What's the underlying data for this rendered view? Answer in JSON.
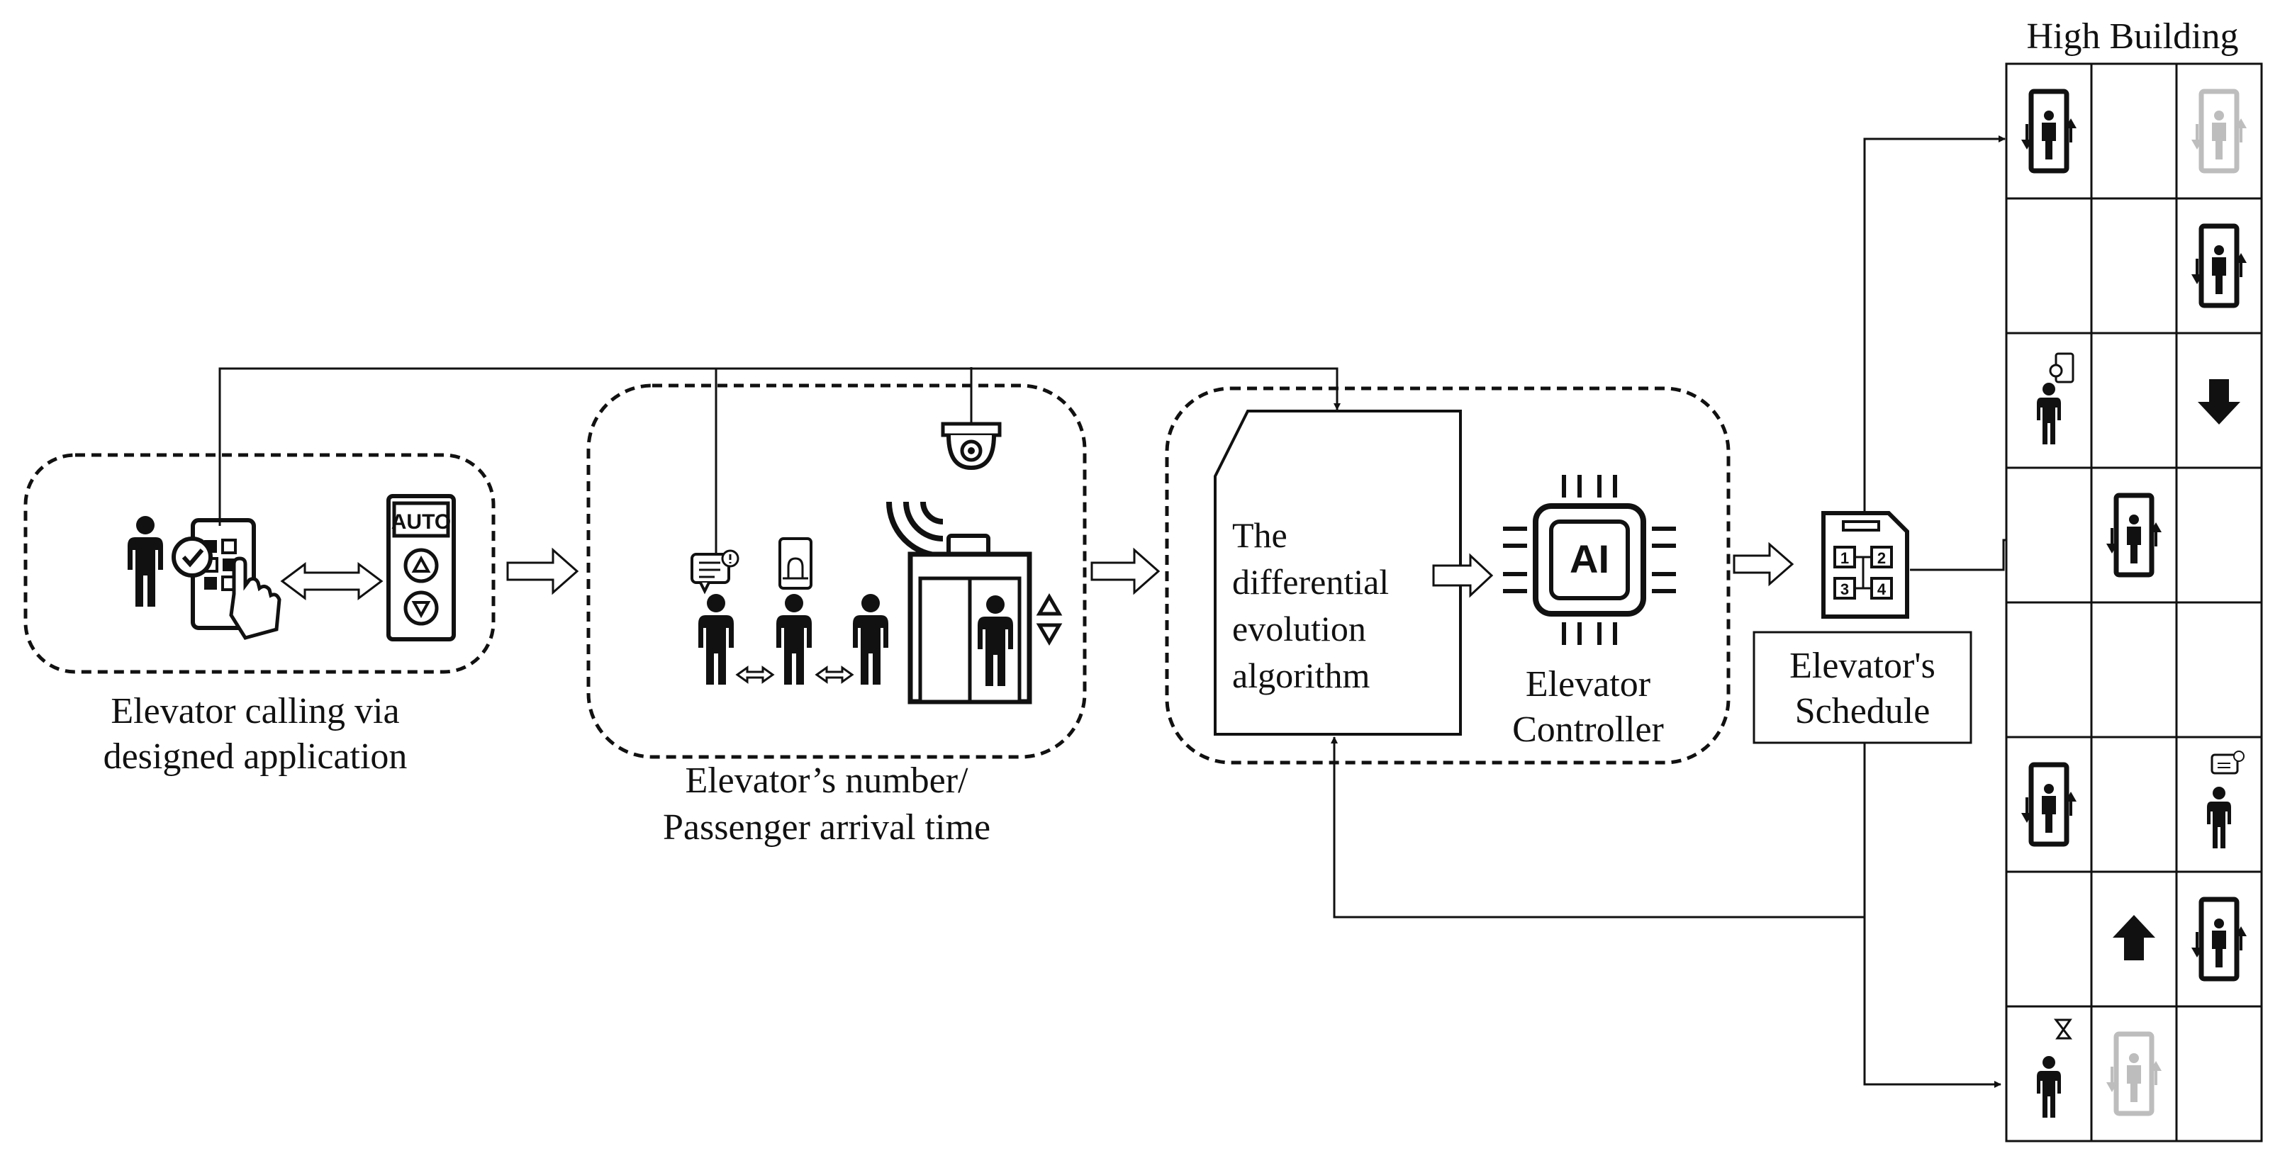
{
  "labels": {
    "calling_line1": "Elevator calling via",
    "calling_line2": "designed application",
    "auto_panel": "AUTO",
    "number_line1": "Elevator’s number/",
    "number_line2": "Passenger arrival time",
    "algo_line1": "The",
    "algo_line2": "differential",
    "algo_line3": "evolution",
    "algo_line4": "algorithm",
    "chip": "AI",
    "controller_line1": "Elevator",
    "controller_line2": "Controller",
    "schedule_line1": "Elevator's",
    "schedule_line2": "Schedule",
    "building_title": "High Building",
    "schedule_icon_cells": [
      "1",
      "2",
      "3",
      "4"
    ]
  },
  "building": {
    "floors": 8,
    "shafts": 3,
    "cells": [
      {
        "floor": 8,
        "shaft": 1,
        "icon": "elevator-car"
      },
      {
        "floor": 8,
        "shaft": 3,
        "icon": "elevator-car-faded"
      },
      {
        "floor": 7,
        "shaft": 3,
        "icon": "elevator-car"
      },
      {
        "floor": 6,
        "shaft": 1,
        "icon": "passenger-with-phone"
      },
      {
        "floor": 6,
        "shaft": 3,
        "icon": "down-arrow"
      },
      {
        "floor": 5,
        "shaft": 2,
        "icon": "elevator-car"
      },
      {
        "floor": 3,
        "shaft": 1,
        "icon": "elevator-car"
      },
      {
        "floor": 3,
        "shaft": 3,
        "icon": "passenger-with-message"
      },
      {
        "floor": 2,
        "shaft": 2,
        "icon": "up-arrow"
      },
      {
        "floor": 2,
        "shaft": 3,
        "icon": "elevator-car"
      },
      {
        "floor": 1,
        "shaft": 1,
        "icon": "passenger-waiting"
      },
      {
        "floor": 1,
        "shaft": 2,
        "icon": "elevator-car-faded"
      }
    ]
  }
}
